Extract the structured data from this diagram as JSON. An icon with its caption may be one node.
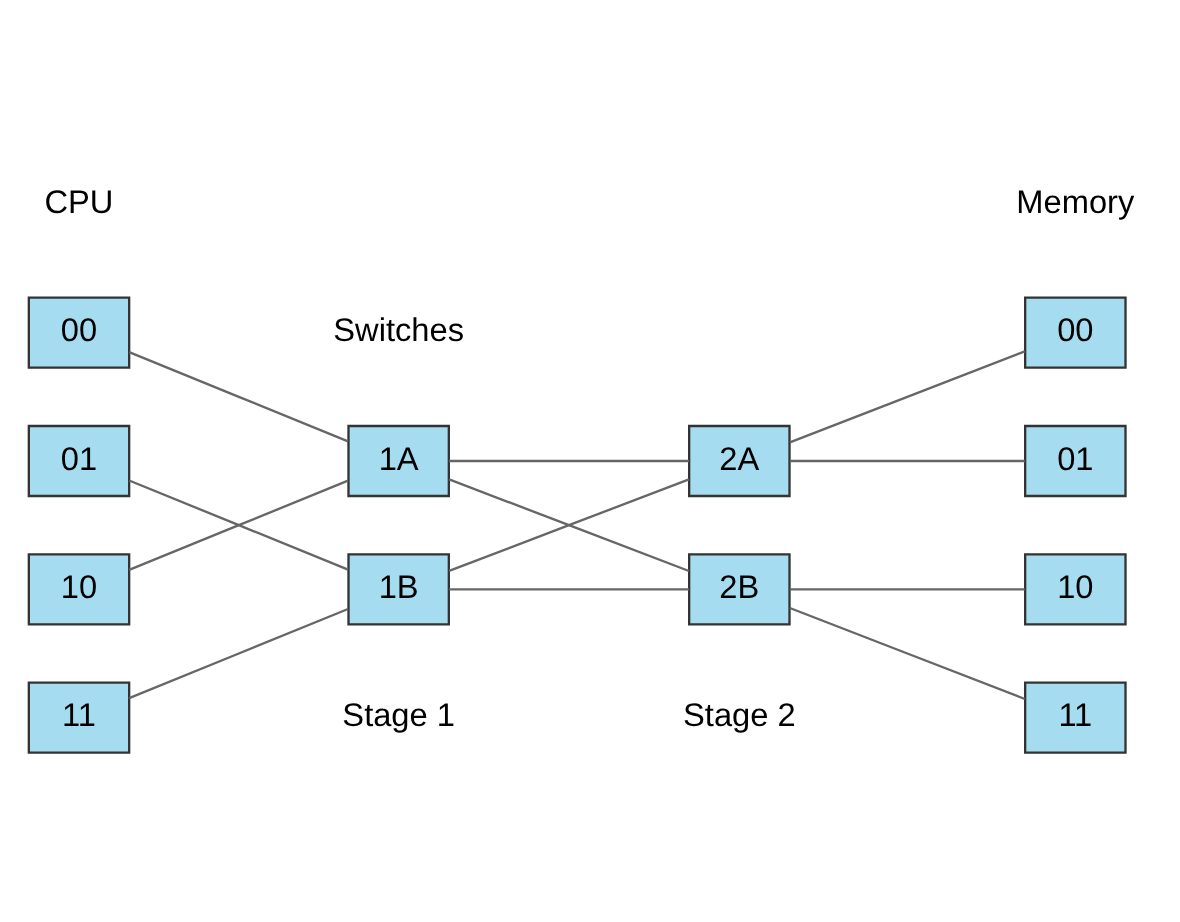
{
  "diagram": {
    "nodes": [
      {
        "text": [
          "00"
        ]
      },
      {
        "text": [
          "01"
        ]
      },
      {
        "text": [
          "10"
        ]
      },
      {
        "text": [
          "11"
        ]
      },
      {
        "text": [
          "1A"
        ]
      },
      {
        "text": [
          "1B"
        ]
      },
      {
        "text": [
          "2A"
        ]
      },
      {
        "text": [
          "2B"
        ]
      },
      {
        "text": [
          "00"
        ]
      },
      {
        "text": [
          "01"
        ]
      },
      {
        "text": [
          "10"
        ]
      },
      {
        "text": [
          "11"
        ]
      }
    ],
    "edges": [
      {
        "from": 0,
        "to": 4,
        "arrow": "none"
      },
      {
        "from": 1,
        "to": 5,
        "arrow": "none"
      },
      {
        "from": 2,
        "to": 4,
        "arrow": "none"
      },
      {
        "from": 3,
        "to": 5,
        "arrow": "none"
      },
      {
        "from": 4,
        "to": 6,
        "arrow": "none"
      },
      {
        "from": 4,
        "to": 7,
        "arrow": "none"
      },
      {
        "from": 5,
        "to": 6,
        "arrow": "none"
      },
      {
        "from": 5,
        "to": 7,
        "arrow": "none"
      },
      {
        "from": 6,
        "to": 8,
        "arrow": "none"
      },
      {
        "from": 6,
        "to": 9,
        "arrow": "none"
      },
      {
        "from": 7,
        "to": 10,
        "arrow": "none"
      },
      {
        "from": 7,
        "to": 11,
        "arrow": "none"
      }
    ],
    "labels": [
      "CPU",
      "Memory",
      "Switches",
      "Stage 1",
      "Stage 2"
    ]
  }
}
